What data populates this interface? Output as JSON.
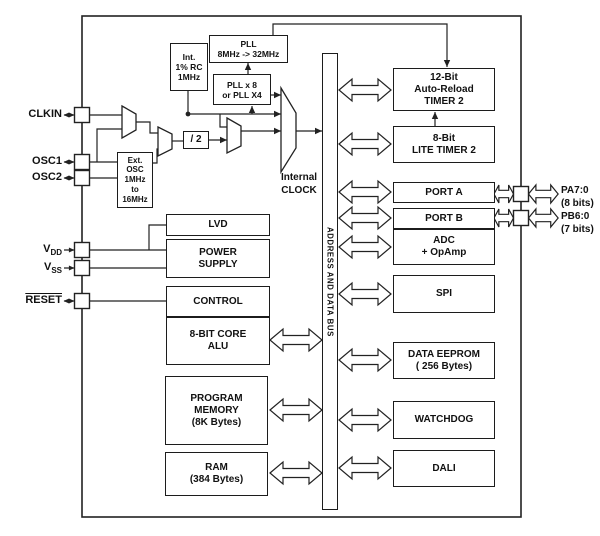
{
  "pins_left": {
    "clkin": {
      "label": "CLKIN"
    },
    "osc1": {
      "label": "OSC1"
    },
    "osc2": {
      "label": "OSC2"
    },
    "vdd": {
      "base": "V",
      "sub": "DD"
    },
    "vss": {
      "base": "V",
      "sub": "SS"
    },
    "reset": {
      "label": "RESET"
    }
  },
  "pins_right": {
    "pa": {
      "line1": "PA7:0",
      "line2": "(8 bits)"
    },
    "pb": {
      "line1": "PB6:0",
      "line2": "(7 bits)"
    }
  },
  "clock": {
    "int_rc": {
      "l1": "Int.",
      "l2": "1% RC",
      "l3": "1MHz"
    },
    "pll": {
      "l1": "PLL",
      "l2": "8MHz -> 32MHz"
    },
    "pll_mult": {
      "l1": "PLL x 8",
      "l2": "or PLL X4"
    },
    "div2": {
      "l1": "/ 2"
    },
    "ext_osc": {
      "l1": "Ext.",
      "l2": "OSC",
      "l3": "1MHz",
      "l4": "to",
      "l5": "16MHz"
    },
    "internal_clock": {
      "l1": "Internal",
      "l2": "CLOCK"
    }
  },
  "left_blocks": {
    "lvd": {
      "l1": "LVD"
    },
    "power": {
      "l1": "POWER",
      "l2": "SUPPLY"
    },
    "control": {
      "l1": "CONTROL"
    },
    "alu": {
      "l1": "8-BIT CORE",
      "l2": "ALU"
    },
    "program": {
      "l1": "PROGRAM",
      "l2": "MEMORY",
      "l3": "(8K Bytes)"
    },
    "ram": {
      "l1": "RAM",
      "l2": "(384 Bytes)"
    }
  },
  "right_blocks": {
    "timer2": {
      "l1": "12-Bit",
      "l2": "Auto-Reload",
      "l3": "TIMER 2"
    },
    "lite_timer": {
      "l1": "8-Bit",
      "l2": "LITE TIMER 2"
    },
    "port_a": {
      "l1": "PORT A"
    },
    "port_b": {
      "l1": "PORT B"
    },
    "adc": {
      "l1": "ADC",
      "l2": "+ OpAmp"
    },
    "spi": {
      "l1": "SPI"
    },
    "eeprom": {
      "l1": "DATA EEPROM",
      "l2": "( 256 Bytes)"
    },
    "watchdog": {
      "l1": "WATCHDOG"
    },
    "dali": {
      "l1": "DALI"
    }
  },
  "bus": {
    "label": "ADDRESS AND DATA BUS"
  },
  "colors": {
    "line": "#222222",
    "background": "#ffffff"
  }
}
